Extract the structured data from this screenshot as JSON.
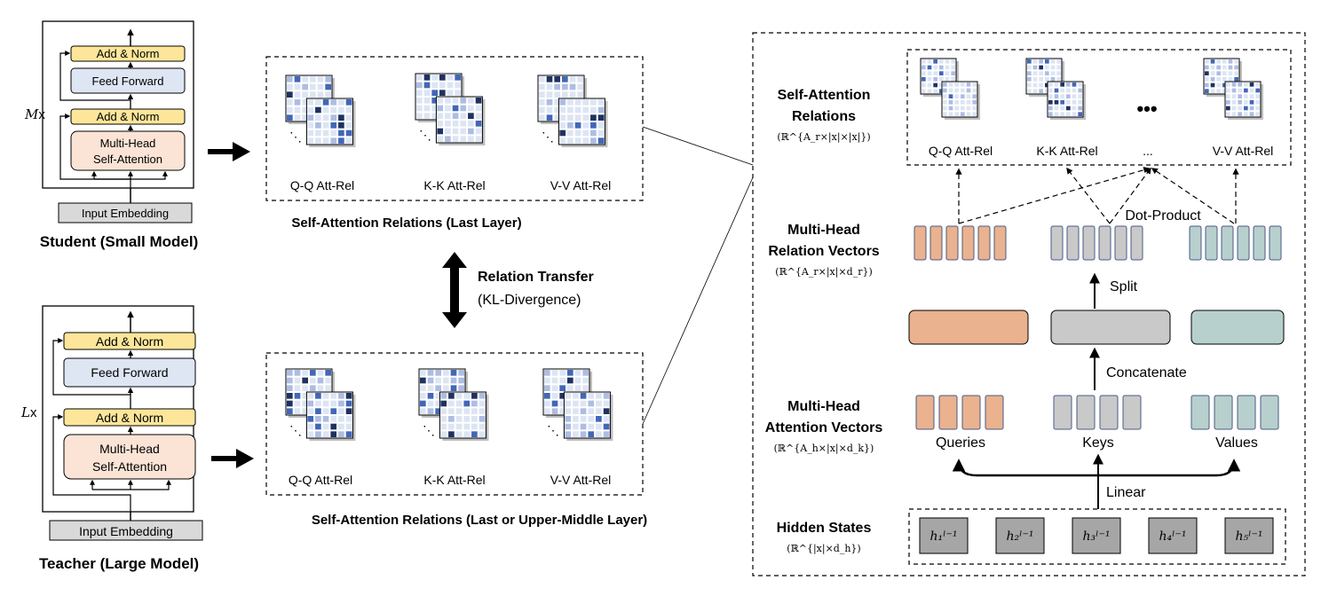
{
  "student": {
    "repeat": "M",
    "repeat_suffix": "x",
    "add_norm_top": "Add & Norm",
    "feed_forward": "Feed Forward",
    "add_norm_bottom": "Add & Norm",
    "mhsa_line1": "Multi-Head",
    "mhsa_line2": "Self-Attention",
    "input_embedding": "Input Embedding",
    "title": "Student (Small Model)"
  },
  "teacher": {
    "repeat": "L",
    "repeat_suffix": "x",
    "add_norm_top": "Add & Norm",
    "feed_forward": "Feed Forward",
    "add_norm_bottom": "Add & Norm",
    "mhsa_line1": "Multi-Head",
    "mhsa_line2": "Self-Attention",
    "input_embedding": "Input Embedding",
    "title": "Teacher (Large Model)"
  },
  "student_relations": {
    "qq": "Q-Q Att-Rel",
    "kk": "K-K Att-Rel",
    "vv": "V-V Att-Rel",
    "caption": "Self-Attention Relations (Last Layer)"
  },
  "teacher_relations": {
    "qq": "Q-Q Att-Rel",
    "kk": "K-K Att-Rel",
    "vv": "V-V Att-Rel",
    "caption": "Self-Attention Relations (Last or Upper-Middle Layer)"
  },
  "transfer": {
    "line1": "Relation Transfer",
    "line2": "(KL-Divergence)"
  },
  "detail": {
    "row_labels": {
      "sar_line1": "Self-Attention",
      "sar_line2": "Relations",
      "sar_dim": "(ℝ^{A_r×|x|×|x|})",
      "mhrv_line1": "Multi-Head",
      "mhrv_line2": "Relation Vectors",
      "mhrv_dim": "(ℝ^{A_r×|x|×d_r})",
      "mhav_line1": "Multi-Head",
      "mhav_line2": "Attention Vectors",
      "mhav_dim": "(ℝ^{A_h×|x|×d_k})",
      "hs_line1": "Hidden States",
      "hs_dim": "(ℝ^{|x|×d_h})"
    },
    "relations": {
      "qq": "Q-Q Att-Rel",
      "kk": "K-K Att-Rel",
      "ellipsis_label": "...",
      "vv": "V-V Att-Rel",
      "dots": "•••"
    },
    "dot_product": "Dot-Product",
    "split": "Split",
    "concatenate": "Concatenate",
    "queries": "Queries",
    "keys": "Keys",
    "values": "Values",
    "linear": "Linear",
    "hidden": [
      "h₁ˡ⁻¹",
      "h₂ˡ⁻¹",
      "h₃ˡ⁻¹",
      "h₄ˡ⁻¹",
      "h₅ˡ⁻¹"
    ]
  },
  "colors": {
    "add_norm": "#fde69a",
    "feed_forward": "#dee6f4",
    "mhsa": "#fbe4d5",
    "input_embedding": "#d9d9d9",
    "orange": "#eab28e",
    "gray": "#c9c9c9",
    "teal": "#b7d0cd",
    "hidden_state": "#a6a6a6",
    "grid_light": "#dde5f3",
    "grid_mid": "#aebde2",
    "grid_blue": "#4267b8",
    "grid_dark": "#1f3160"
  }
}
